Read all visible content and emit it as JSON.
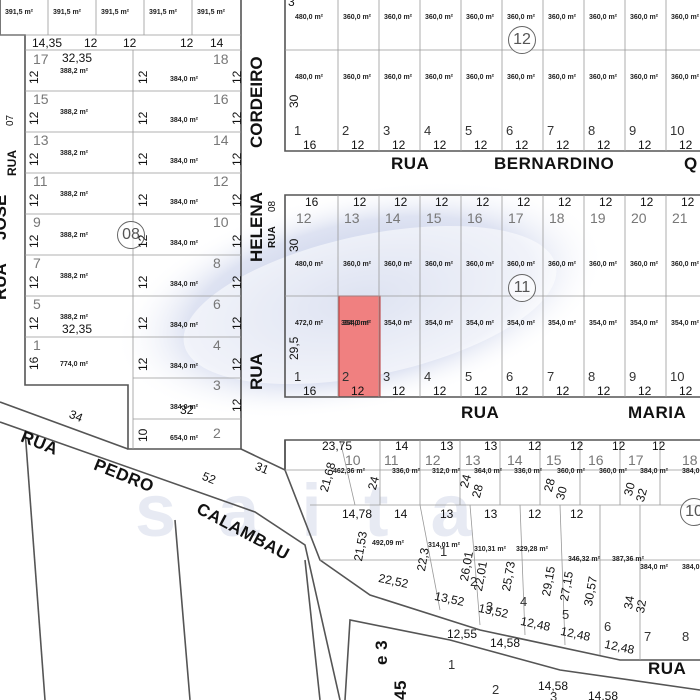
{
  "map": {
    "watermark": "saita",
    "highlight_color": "#f08080",
    "highlight_lot": {
      "block": "11",
      "lot": "2",
      "area": "354,0 m²"
    },
    "streets": {
      "rua_bernardino": [
        "RUA",
        "BERNARDINO",
        "Q"
      ],
      "rua_maria": [
        "RUA",
        "MARIA"
      ],
      "rua_pedro_calambau": [
        "RUA",
        "PEDRO",
        "CALAMBAU"
      ],
      "cordeiro": "CORDEIRO",
      "helena": "HELENA",
      "rua_small_helena": "RUA",
      "rua_left": "RUA",
      "rua_vertical_lower": "RUA",
      "rua_bottom_right": "RUA",
      "left_partial": "JOSÉ",
      "left_partial_2": "RUA"
    },
    "blocks": [
      "12",
      "08",
      "11",
      "10"
    ],
    "block12": {
      "areas_row1": [
        "480,0 m²",
        "360,0 m²",
        "360,0 m²",
        "360,0 m²",
        "360,0 m²",
        "360,0 m²",
        "360,0 m²",
        "360,0 m²",
        "360,0 m²",
        "360,0 m²"
      ],
      "areas_row2": [
        "480,0 m²",
        "360,0 m²",
        "360,0 m²",
        "360,0 m²",
        "360,0 m²",
        "360,0 m²",
        "360,0 m²",
        "360,0 m²",
        "360,0 m²",
        "360,0 m²"
      ],
      "lots": [
        "1",
        "2",
        "3",
        "4",
        "5",
        "6",
        "7",
        "8",
        "9",
        "10"
      ],
      "widths": [
        "16",
        "12",
        "12",
        "12",
        "12",
        "12",
        "12",
        "12",
        "12",
        "12"
      ],
      "depth": "30",
      "top_digit": "3"
    },
    "block11": {
      "top_widths": [
        "16",
        "12",
        "12",
        "12",
        "12",
        "12",
        "12",
        "12",
        "12",
        "12"
      ],
      "top_lots": [
        "12",
        "13",
        "14",
        "15",
        "16",
        "17",
        "18",
        "19",
        "20",
        "21"
      ],
      "areas_top": [
        "480,0 m²",
        "360,0 m²",
        "360,0 m²",
        "360,0 m²",
        "360,0 m²",
        "360,0 m²",
        "360,0 m²",
        "360,0 m²",
        "360,0 m²",
        "360,0 m²"
      ],
      "areas_bottom": [
        "472,0 m²",
        "354,0 m²",
        "354,0 m²",
        "354,0 m²",
        "354,0 m²",
        "354,0 m²",
        "354,0 m²",
        "354,0 m²",
        "354,0 m²",
        "354,0 m²"
      ],
      "bottom_lots": [
        "1",
        "2",
        "3",
        "4",
        "5",
        "6",
        "7",
        "8",
        "9",
        "10"
      ],
      "bottom_widths": [
        "16",
        "12",
        "12",
        "12",
        "12",
        "12",
        "12",
        "12",
        "12",
        "12"
      ],
      "depth_top": "30",
      "depth_bottom": "29,5",
      "rua_label_num": "08"
    },
    "block08": {
      "top_areas": [
        "391,5 m²",
        "391,5 m²",
        "391,5 m²",
        "391,5 m²",
        "391,5 m²"
      ],
      "top_dims": [
        "14,35",
        "12",
        "12",
        "12",
        "14"
      ],
      "left_lots": [
        "17",
        "15",
        "13",
        "11",
        "9",
        "7",
        "5",
        "1"
      ],
      "left_areas": [
        "388,2 m²",
        "388,2 m²",
        "388,2 m²",
        "388,2 m²",
        "388,2 m²",
        "388,2 m²",
        "388,2 m²"
      ],
      "left_width_top": "32,35",
      "left_width_bottom": "32,35",
      "right_lots": [
        "18",
        "16",
        "14",
        "12",
        "10",
        "8",
        "6",
        "4",
        "3",
        "2"
      ],
      "right_areas": [
        "384,0 m²",
        "384,0 m²",
        "384,0 m²",
        "384,0 m²",
        "384,0 m²",
        "384,0 m²",
        "384,0 m²",
        "384,0 m²",
        "384,0 m²"
      ],
      "right_width": "32",
      "lot1_area": "774,0 m²",
      "lot1_side": "16",
      "lot2_area": "654,0 m²",
      "lot2_side": "10",
      "twelves": "12",
      "rua_num": "07"
    },
    "block10": {
      "dims_top": [
        "23,75",
        "14",
        "13",
        "13",
        "12",
        "12",
        "12",
        "12"
      ],
      "lots_top": [
        "10",
        "11",
        "12",
        "13",
        "14",
        "15",
        "16",
        "17",
        "18"
      ],
      "areas_top": [
        "462,36 m²",
        "336,0 m²",
        "312,0 m²",
        "364,0 m²",
        "336,0 m²",
        "360,0 m²",
        "360,0 m²",
        "384,0 m²",
        "384,0 m²"
      ],
      "side_dims": [
        "21,68",
        "24",
        "24",
        "28",
        "28",
        "30",
        "30",
        "32"
      ],
      "mid_dims": [
        "14,78",
        "14",
        "13",
        "13",
        "12",
        "12"
      ],
      "areas_mid": [
        "492,09 m²",
        "314,01 m²",
        "310,31 m²",
        "329,28 m²",
        "346,32 m²",
        "387,36 m²",
        "384,0 m²",
        "384,0 m²"
      ],
      "diag_dims": [
        "21,53",
        "22,3",
        "26,01",
        "22,01",
        "25,73",
        "29,15",
        "27,15",
        "30,57",
        "34",
        "32"
      ],
      "bottom_dims": [
        "22,52",
        "13,52",
        "13,52",
        "12,48",
        "12,48",
        "12,48"
      ],
      "bottom_lots": [
        "1",
        "2",
        "3",
        "4",
        "5",
        "6",
        "7",
        "8"
      ],
      "pedro_dims": [
        "34",
        "52",
        "31"
      ]
    },
    "bottom": {
      "dims": [
        "12,55",
        "14,58",
        "14,58",
        "14,58"
      ],
      "lots": [
        "1",
        "2",
        "3"
      ],
      "partial": "e 3",
      "partial2": "45"
    }
  }
}
